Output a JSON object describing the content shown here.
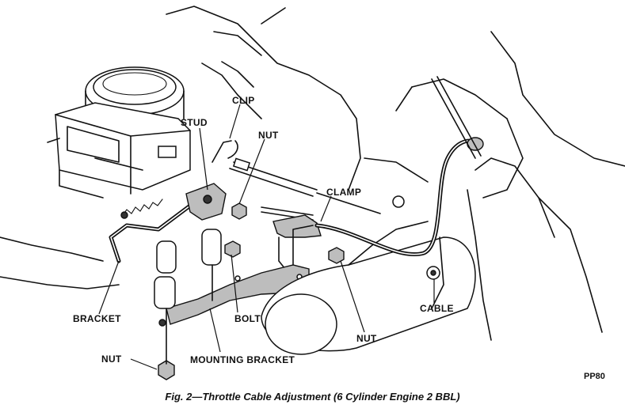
{
  "labels": {
    "clip": "CLIP",
    "stud": "STUD",
    "nut_top": "NUT",
    "clamp": "CLAMP",
    "bracket": "BRACKET",
    "bolt": "BOLT",
    "cable": "CABLE",
    "nut_right": "NUT",
    "nut_bottom": "NUT",
    "mounting_bracket": "MOUNTING BRACKET"
  },
  "caption": "Fig. 2—Throttle Cable Adjustment (6 Cylinder Engine 2 BBL)",
  "figure_ref": "PP80"
}
